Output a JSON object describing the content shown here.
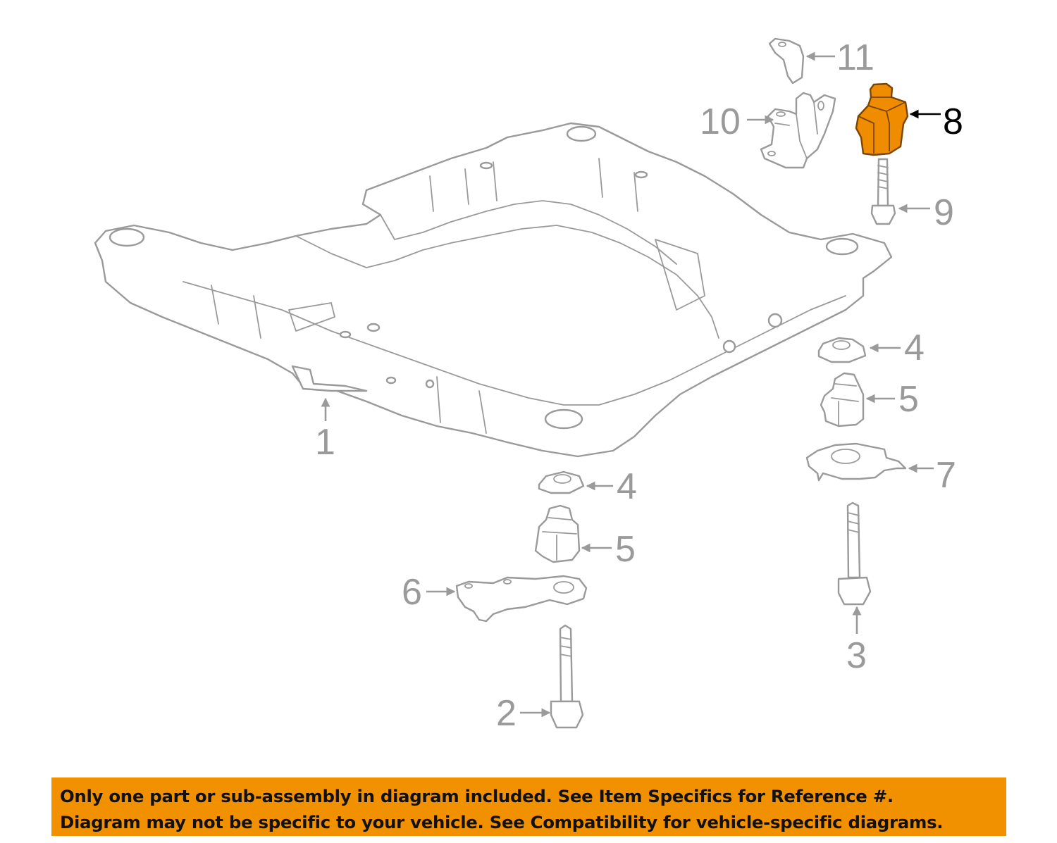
{
  "callouts": {
    "c1": "1",
    "c2": "2",
    "c3": "3",
    "c4a": "4",
    "c4b": "4",
    "c5a": "5",
    "c5b": "5",
    "c6": "6",
    "c7": "7",
    "c8": "8",
    "c9": "9",
    "c10": "10",
    "c11": "11"
  },
  "highlighted_part": "8",
  "colors": {
    "highlight": "#f08c00",
    "banner": "#f29100",
    "line_art": "#9a9a9a"
  },
  "banner": {
    "line1": "Only one part or sub-assembly in diagram included. See Item Specifics for Reference #.",
    "line2": "Diagram may not be specific to your vehicle. See Compatibility for vehicle-specific diagrams."
  }
}
